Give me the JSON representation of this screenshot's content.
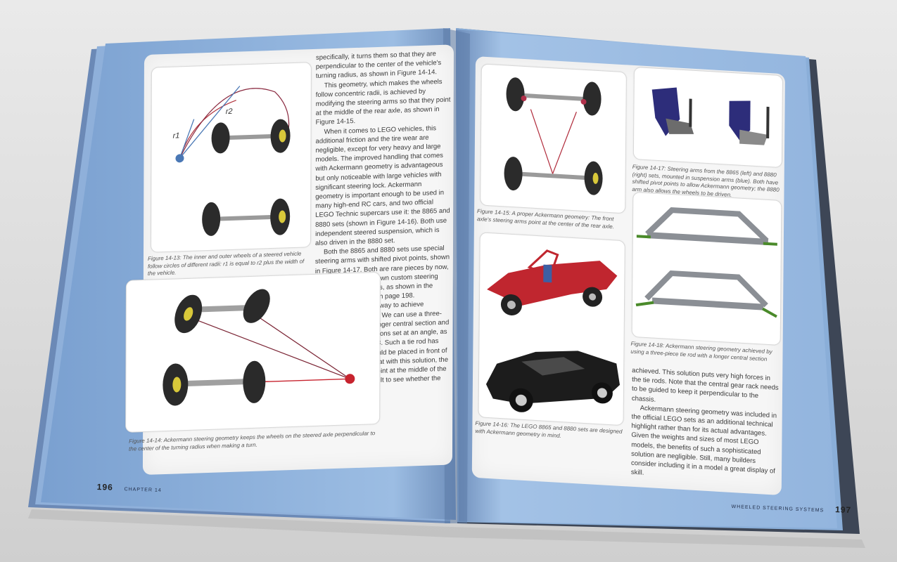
{
  "left_page": {
    "page_number": "196",
    "chapter": "CHAPTER 14",
    "body_paragraphs": [
      "specifically, it turns them so that they are perpendicular to the center of the vehicle's turning radius, as shown in Figure 14-14.",
      "This geometry, which makes the wheels follow concentric radii, is achieved by modifying the steering arms so that they point at the middle of the rear axle, as shown in Figure 14-15.",
      "When it comes to LEGO vehicles, this additional friction and the tire wear are negligible, except for very heavy and large models. The improved handling that comes with Ackermann geometry is advantageous but only noticeable with large vehicles with significant steering lock. Ackermann geometry is important enough to be used in many high-end RC cars, and two official LEGO Technic supercars use it: the 8865 and 8880 sets (shown in Figure 14-16). Both use independent steered suspension, which is also driven in the 8880 set.",
      "Both the 8865 and 8880 sets use special steering arms with shifted pivot points, shown in Figure 14-17. Both are rare pieces by now, but we can build our own custom steering arm using other pieces, as shown in the building instructions on page 198.",
      "There is one more way to achieve Ackermann geometry. We can use a three-piece tie rod with a longer central section and with the two side sections set at an angle, as shown in Figure 14-18. Such a tie rod has little travel, and it should be placed in front of the front axle. Note that with this solution, the steering arms don't point at the middle of the rear axle, so it's difficult to see whether the proper geometry is"
    ],
    "figure_14_13": {
      "caption": "Figure 14-13: The inner and outer wheels of a steered vehicle follow circles of different radii: r1 is equal to r2 plus the width of the vehicle.",
      "label_r1": "r1",
      "label_r2": "r2"
    },
    "figure_14_14": {
      "caption": "Figure 14-14: Ackermann steering geometry keeps the wheels on the steered axle perpendicular to the center of the turning radius when making a turn."
    }
  },
  "right_page": {
    "page_number": "197",
    "section_title": "WHEELED STEERING SYSTEMS",
    "body_paragraphs": [
      "achieved. This solution puts very high forces in the tie rods. Note that the central gear rack needs to be guided to keep it perpendicular to the chassis.",
      "Ackermann steering geometry was included in the official LEGO sets as an additional technical highlight rather than for its actual advantages. Given the weights and sizes of most LEGO models, the benefits of such a sophisticated solution are negligible. Still, many builders consider including it in a model a great display of skill."
    ],
    "figure_14_15": {
      "caption": "Figure 14-15: A proper Ackermann geometry: The front axle's steering arms point at the center of the rear axle."
    },
    "figure_14_16": {
      "caption": "Figure 14-16: The LEGO 8865 and 8880 sets are designed with Ackermann geometry in mind."
    },
    "figure_14_17": {
      "caption": "Figure 14-17: Steering arms from the 8865 (left) and 8880 (right) sets, mounted in suspension arms (blue). Both have shifted pivot points to allow Ackermann geometry; the 8880 arm also allows the wheels to be driven."
    },
    "figure_14_18": {
      "caption": "Figure 14-18: Ackermann steering geometry achieved by using a three-piece tie rod with a longer central section"
    }
  },
  "colors": {
    "cover_blue": "#7fa6d6",
    "page_blue": "#9cbde2",
    "accent_red": "#c7232e",
    "vector_blue": "#5a86bd"
  }
}
